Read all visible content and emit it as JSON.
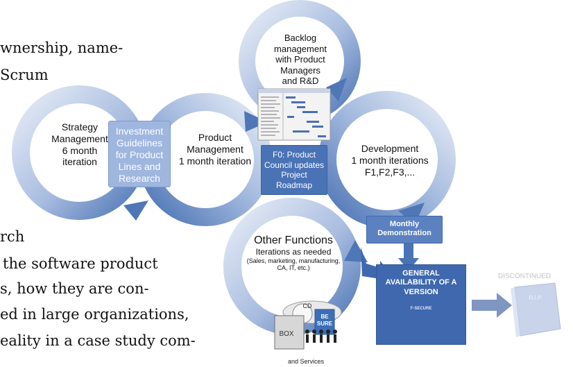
{
  "body_text": {
    "line1": "wnership, name-",
    "line2": "Scrum",
    "line3": "rch",
    "line4": "the software product",
    "line5": "s, how they are con-",
    "line6": "ed in large organizations,",
    "line7": "eality in a case study com-"
  },
  "cycles": {
    "strategy": [
      "Strategy",
      "Management",
      "6 month",
      "iteration"
    ],
    "product": [
      "Product",
      "Management",
      "1 month iteration"
    ],
    "backlog": [
      "Backlog",
      "management",
      "with Product",
      "Managers",
      "and R&D"
    ],
    "development": [
      "Development",
      "1 month iterations",
      "F1,F2,F3,..."
    ],
    "other_title": "Other Functions",
    "other_sub": "Iterations as needed",
    "other_detail": [
      "(Sales, marketing, manufacturing,",
      "CA, IT, etc.)"
    ]
  },
  "boxes": {
    "investment": [
      "Investment",
      "Guidelines",
      "for Product",
      "Lines and",
      "Research"
    ],
    "f0": [
      "F0: Product",
      "Council updates",
      "Project",
      "Roadmap"
    ],
    "monthly": [
      "Monthly",
      "Demonstration"
    ],
    "general": [
      "GENERAL",
      "AVAILABILITY OF A",
      "VERSION"
    ],
    "fsecure": "F-SECURE"
  },
  "discontinued": {
    "label": "DISCONTINUED",
    "rip": "R.I.P."
  },
  "product_box": {
    "cd": "CD",
    "box": "BOX",
    "besure": "BE SURE",
    "services": "and Services"
  },
  "colors": {
    "ring_light": "#dbe4f2",
    "ring_dark": "#4f77b6",
    "box_blue": "#4a73b6",
    "box_light": "#8fa8d6",
    "ga_blue": "#3f68ae"
  }
}
